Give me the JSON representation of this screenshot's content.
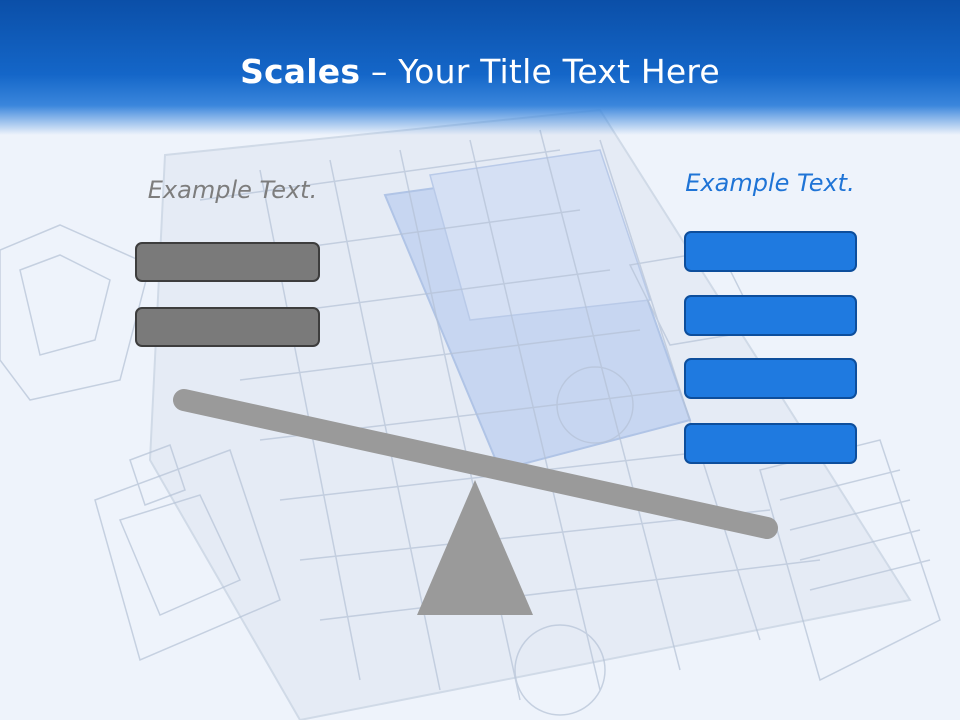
{
  "title": {
    "bold": "Scales",
    "rest": " – Your Title Text Here"
  },
  "left": {
    "label": "Example Text.",
    "box_count": 2,
    "box_color": "#7a7a7a"
  },
  "right": {
    "label": "Example Text.",
    "box_count": 4,
    "box_color": "#1f7ae0"
  },
  "colors": {
    "header": "#1466c8",
    "beam": "#9a9a9a",
    "fulcrum": "#9a9a9a"
  },
  "background_icon": "architectural-blueprint"
}
